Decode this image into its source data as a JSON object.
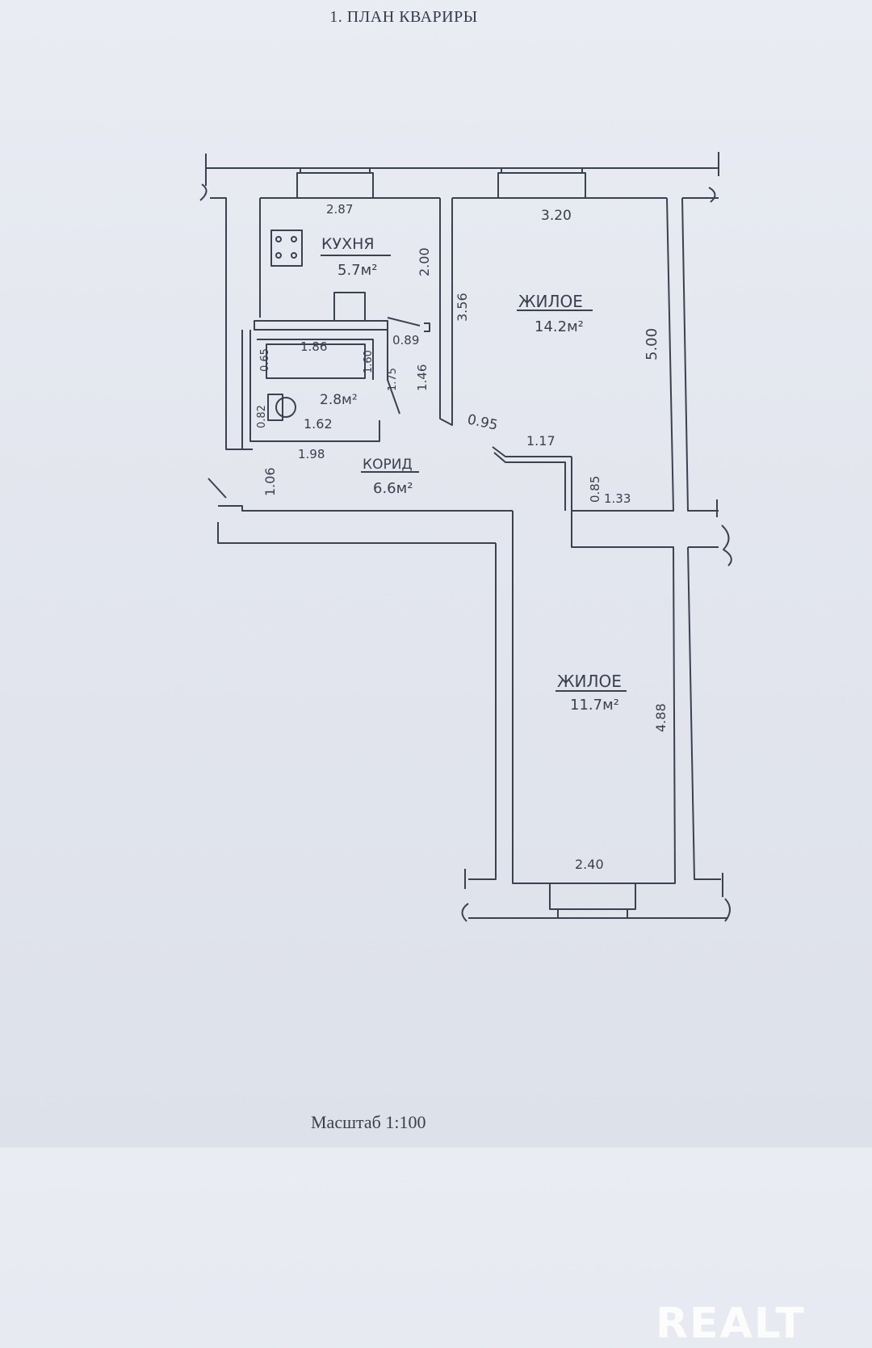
{
  "header": {
    "title": "1. ПЛАН КВАРИРЫ"
  },
  "footer": {
    "scale": "Масштаб 1:100"
  },
  "watermark": {
    "text": "REALT",
    "color": "#ffffff"
  },
  "rooms": {
    "kitchen": {
      "name": "КУХНЯ",
      "area": "5.7м²"
    },
    "bath": {
      "area": "2.8м²"
    },
    "corridor": {
      "name": "КОРИД",
      "area": "6.6м²"
    },
    "living1": {
      "name": "ЖИЛОЕ",
      "area": "14.2м²"
    },
    "living2": {
      "name": "ЖИЛОЕ",
      "area": "11.7м²"
    }
  },
  "dimensions": {
    "kitchen_width": "2.87",
    "kitchen_height": "2.00",
    "living1_width": "3.20",
    "living1_height": "5.00",
    "wall_356": "3.56",
    "door_089": "0.89",
    "bath_186": "1.86",
    "bath_065": "0.65",
    "bath_160": "1.60",
    "bath_175": "1.75",
    "bath_146": "1.46",
    "bath_082": "0.82",
    "bath_162": "1.62",
    "corr_198": "1.98",
    "corr_106": "1.06",
    "corr_095": "0.95",
    "corr_117": "1.17",
    "corr_085": "0.85",
    "corr_133": "1.33",
    "living2_height": "4.88",
    "living2_width": "2.40"
  }
}
